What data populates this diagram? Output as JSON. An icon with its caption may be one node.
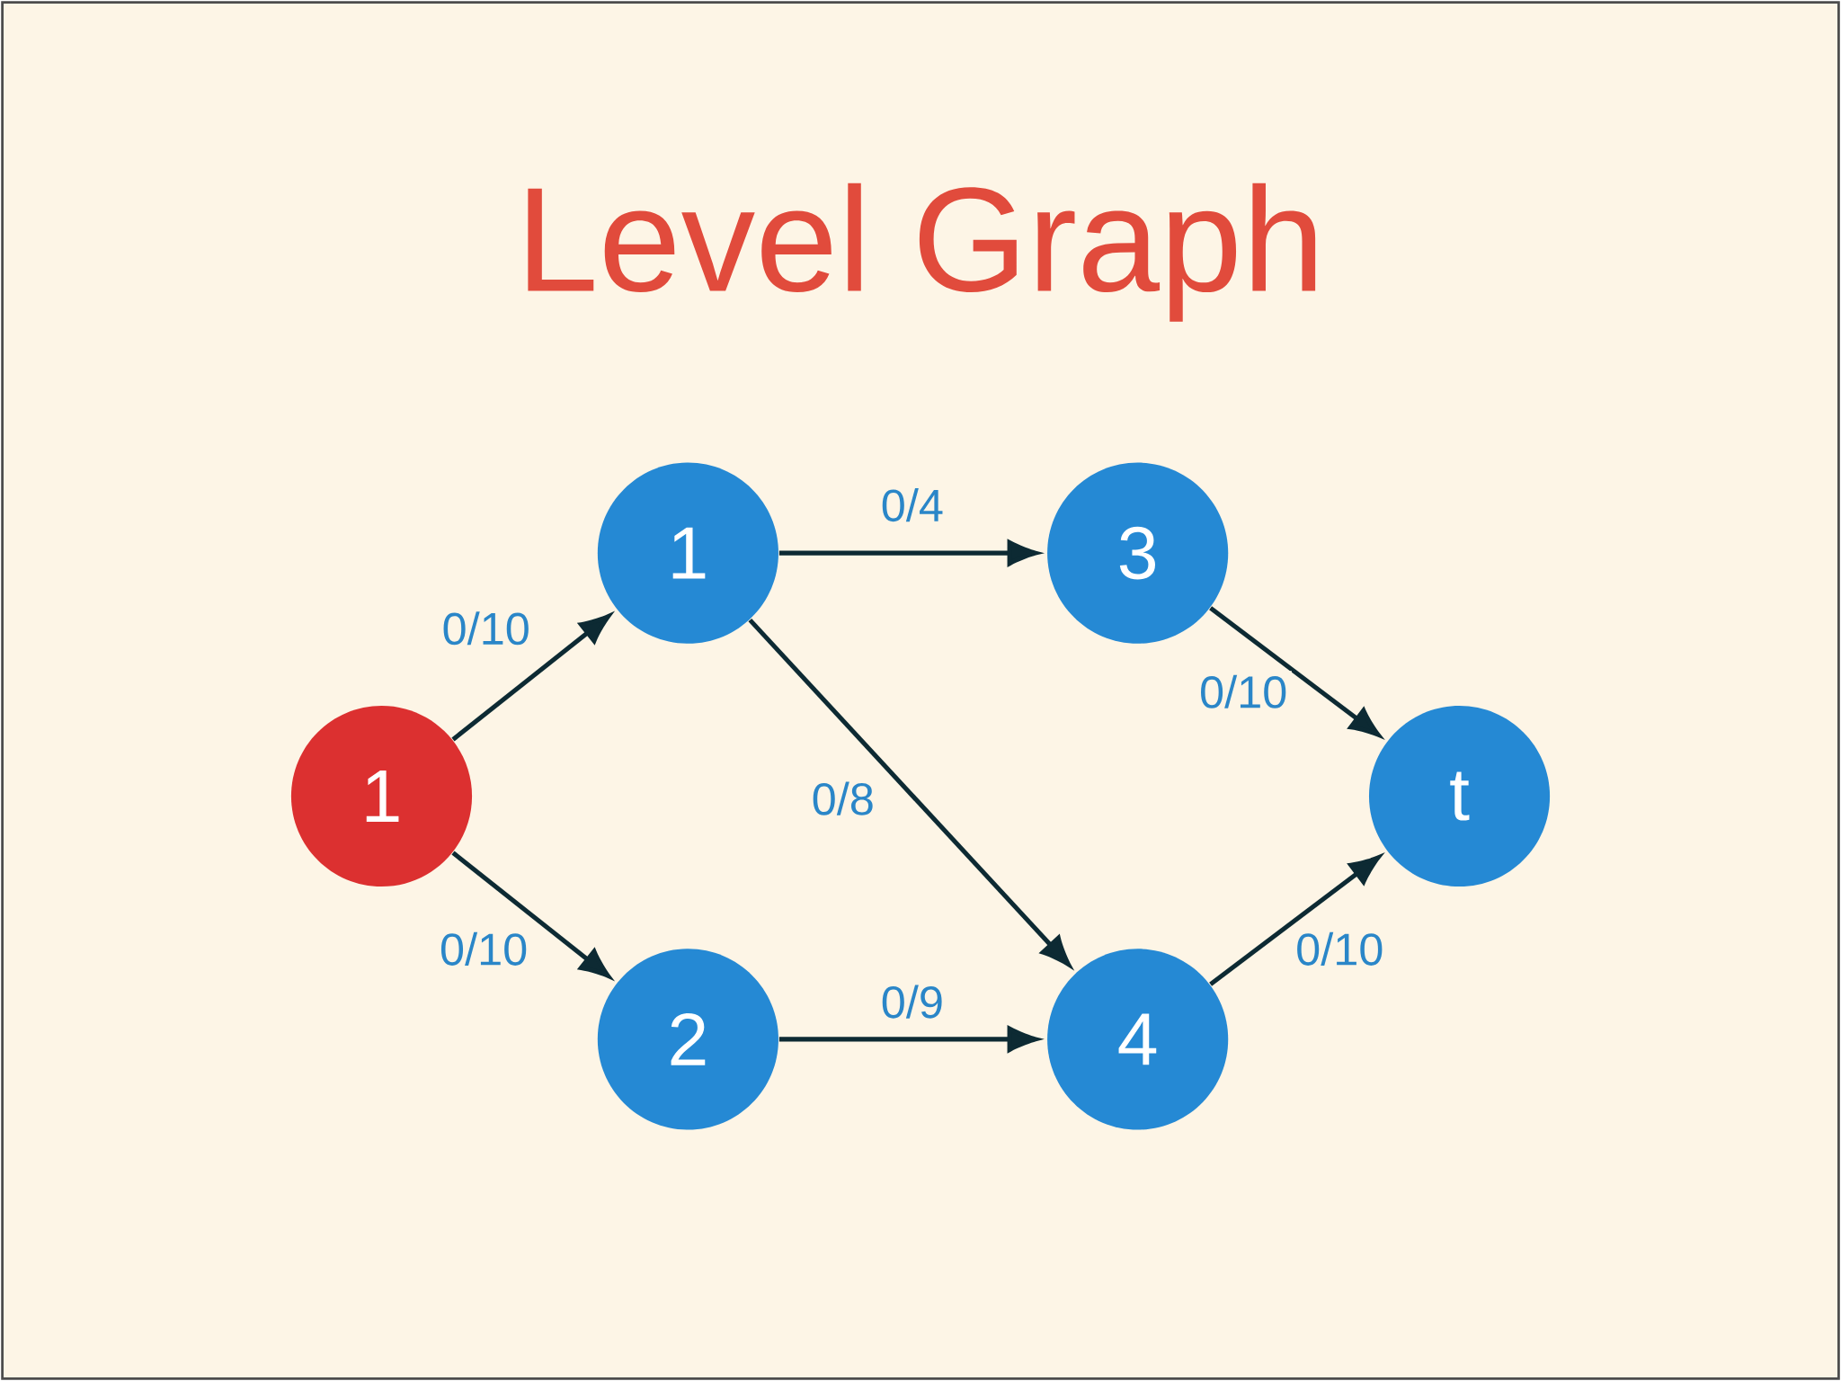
{
  "diagram": {
    "title": "Level Graph",
    "nodes": [
      {
        "text": [
          "1"
        ]
      },
      {
        "text": [
          "1"
        ]
      },
      {
        "text": [
          "2"
        ]
      },
      {
        "text": [
          "3"
        ]
      },
      {
        "text": [
          "4"
        ]
      },
      {
        "text": [
          "t"
        ]
      }
    ],
    "edges": [
      {
        "from": 0,
        "to": 1,
        "arrow": "to",
        "label": "0/10"
      },
      {
        "from": 0,
        "to": 2,
        "arrow": "to",
        "label": "0/10"
      },
      {
        "from": 1,
        "to": 3,
        "arrow": "to",
        "label": "0/4"
      },
      {
        "from": 1,
        "to": 4,
        "arrow": "to",
        "label": "0/8"
      },
      {
        "from": 2,
        "to": 4,
        "arrow": "to",
        "label": "0/9"
      },
      {
        "from": 3,
        "to": 5,
        "arrow": "to",
        "label": "0/10"
      },
      {
        "from": 4,
        "to": 5,
        "arrow": "to",
        "label": "0/10"
      }
    ]
  }
}
